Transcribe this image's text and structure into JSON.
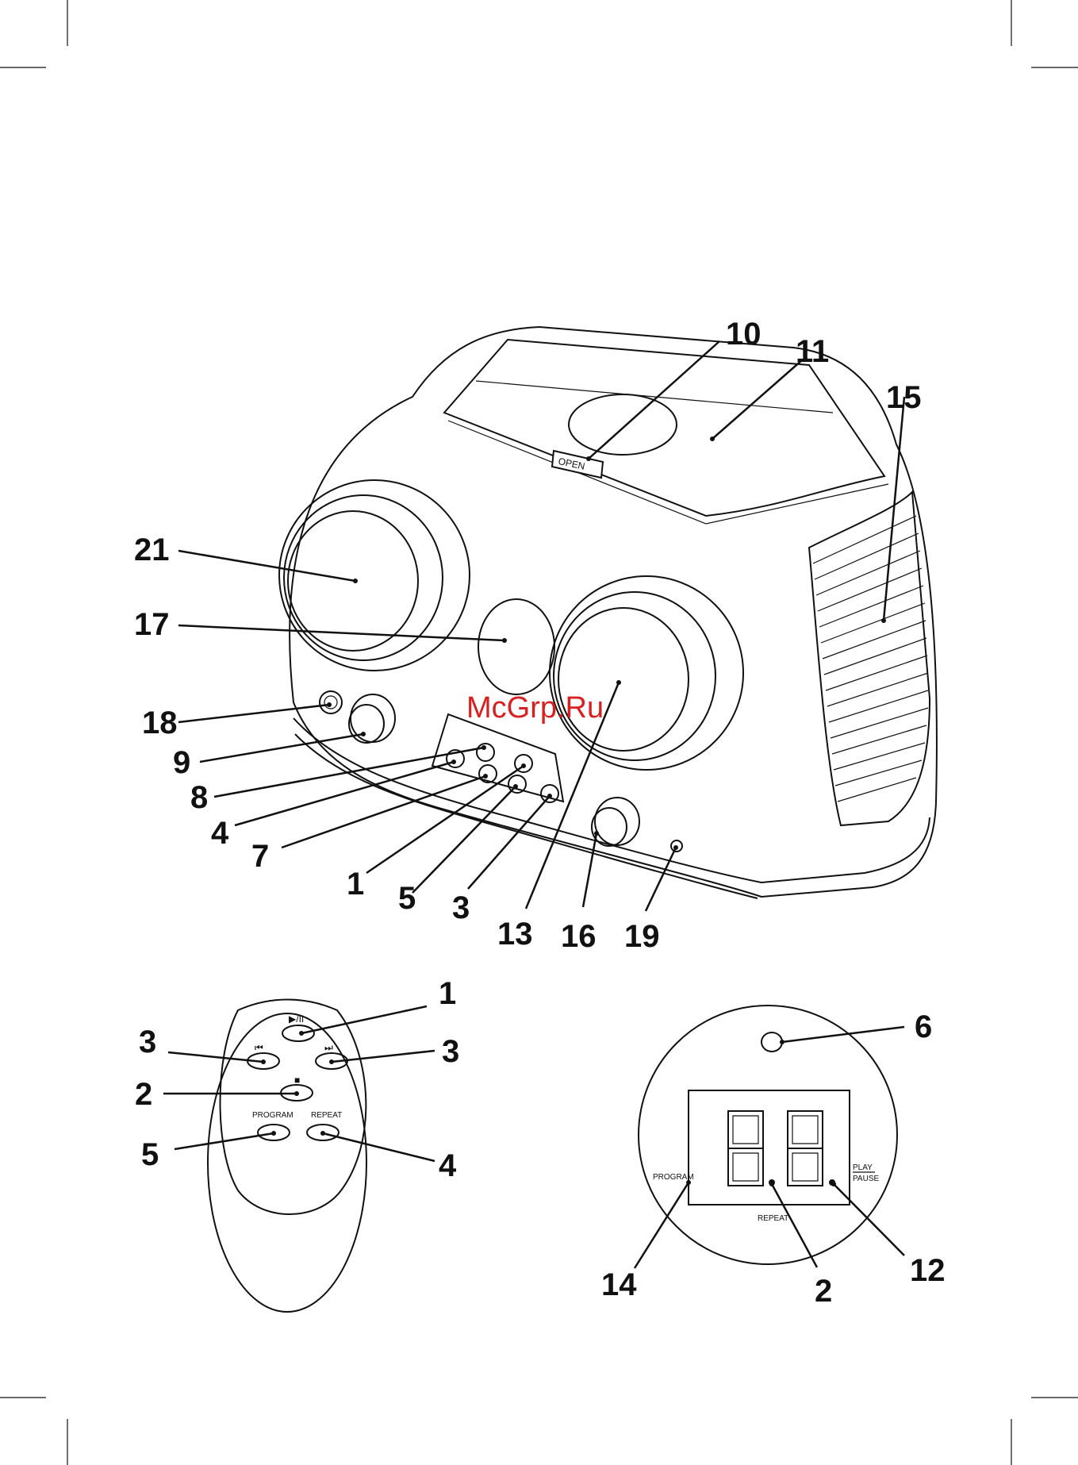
{
  "watermark": "McGrp.Ru",
  "device_labels": {
    "l10": "10",
    "l11": "11",
    "l15": "15",
    "l21": "21",
    "l17": "17",
    "l18": "18",
    "l9": "9",
    "l8": "8",
    "l4": "4",
    "l7": "7",
    "l1": "1",
    "l5": "5",
    "l3": "3",
    "l13": "13",
    "l16": "16",
    "l19": "19"
  },
  "lid_text": "OPEN",
  "remote": {
    "labels": {
      "l1": "1",
      "l3a": "3",
      "l3b": "3",
      "l2": "2",
      "l5": "5",
      "l4": "4"
    },
    "button_text": {
      "play_pause": "▶/II",
      "prev": "⏮",
      "next": "⏭",
      "stop": "■",
      "program": "PROGRAM",
      "repeat": "REPEAT"
    }
  },
  "display": {
    "labels": {
      "l6": "6",
      "l14": "14",
      "l2": "2",
      "l12": "12"
    },
    "text": {
      "program": "PROGRAM",
      "repeat": "REPEAT",
      "play": "PLAY",
      "pause": "PAUSE"
    }
  },
  "colors": {
    "line": "#111111",
    "watermark": "#d82020",
    "background": "#ffffff"
  }
}
